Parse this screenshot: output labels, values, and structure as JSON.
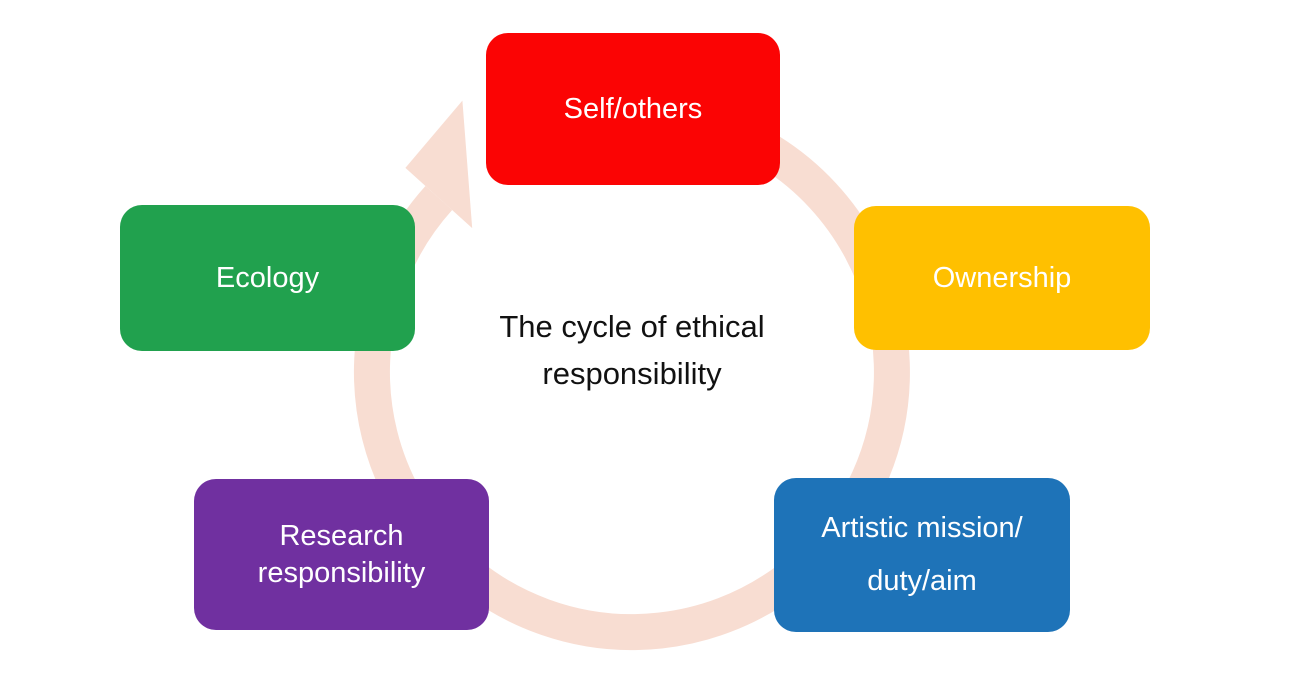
{
  "diagram": {
    "title_lines": [
      "The cycle of ethical",
      "responsibility"
    ],
    "arrow": {
      "name": "clockwise-cycle-arrow",
      "color": "#f8ddd2"
    },
    "nodes": [
      {
        "id": "self-others",
        "color": "#fb0404",
        "lines": [
          "Self/others"
        ]
      },
      {
        "id": "ownership",
        "color": "#ffc000",
        "lines": [
          "Ownership"
        ]
      },
      {
        "id": "artistic-mission-duty-aim",
        "color": "#1e73b8",
        "lines": [
          "Artistic mission/",
          "duty/aim"
        ]
      },
      {
        "id": "research-responsibility",
        "color": "#7030a0",
        "lines": [
          "Research",
          "responsibility"
        ]
      },
      {
        "id": "ecology",
        "color": "#21a14e",
        "lines": [
          "Ecology"
        ]
      }
    ]
  }
}
